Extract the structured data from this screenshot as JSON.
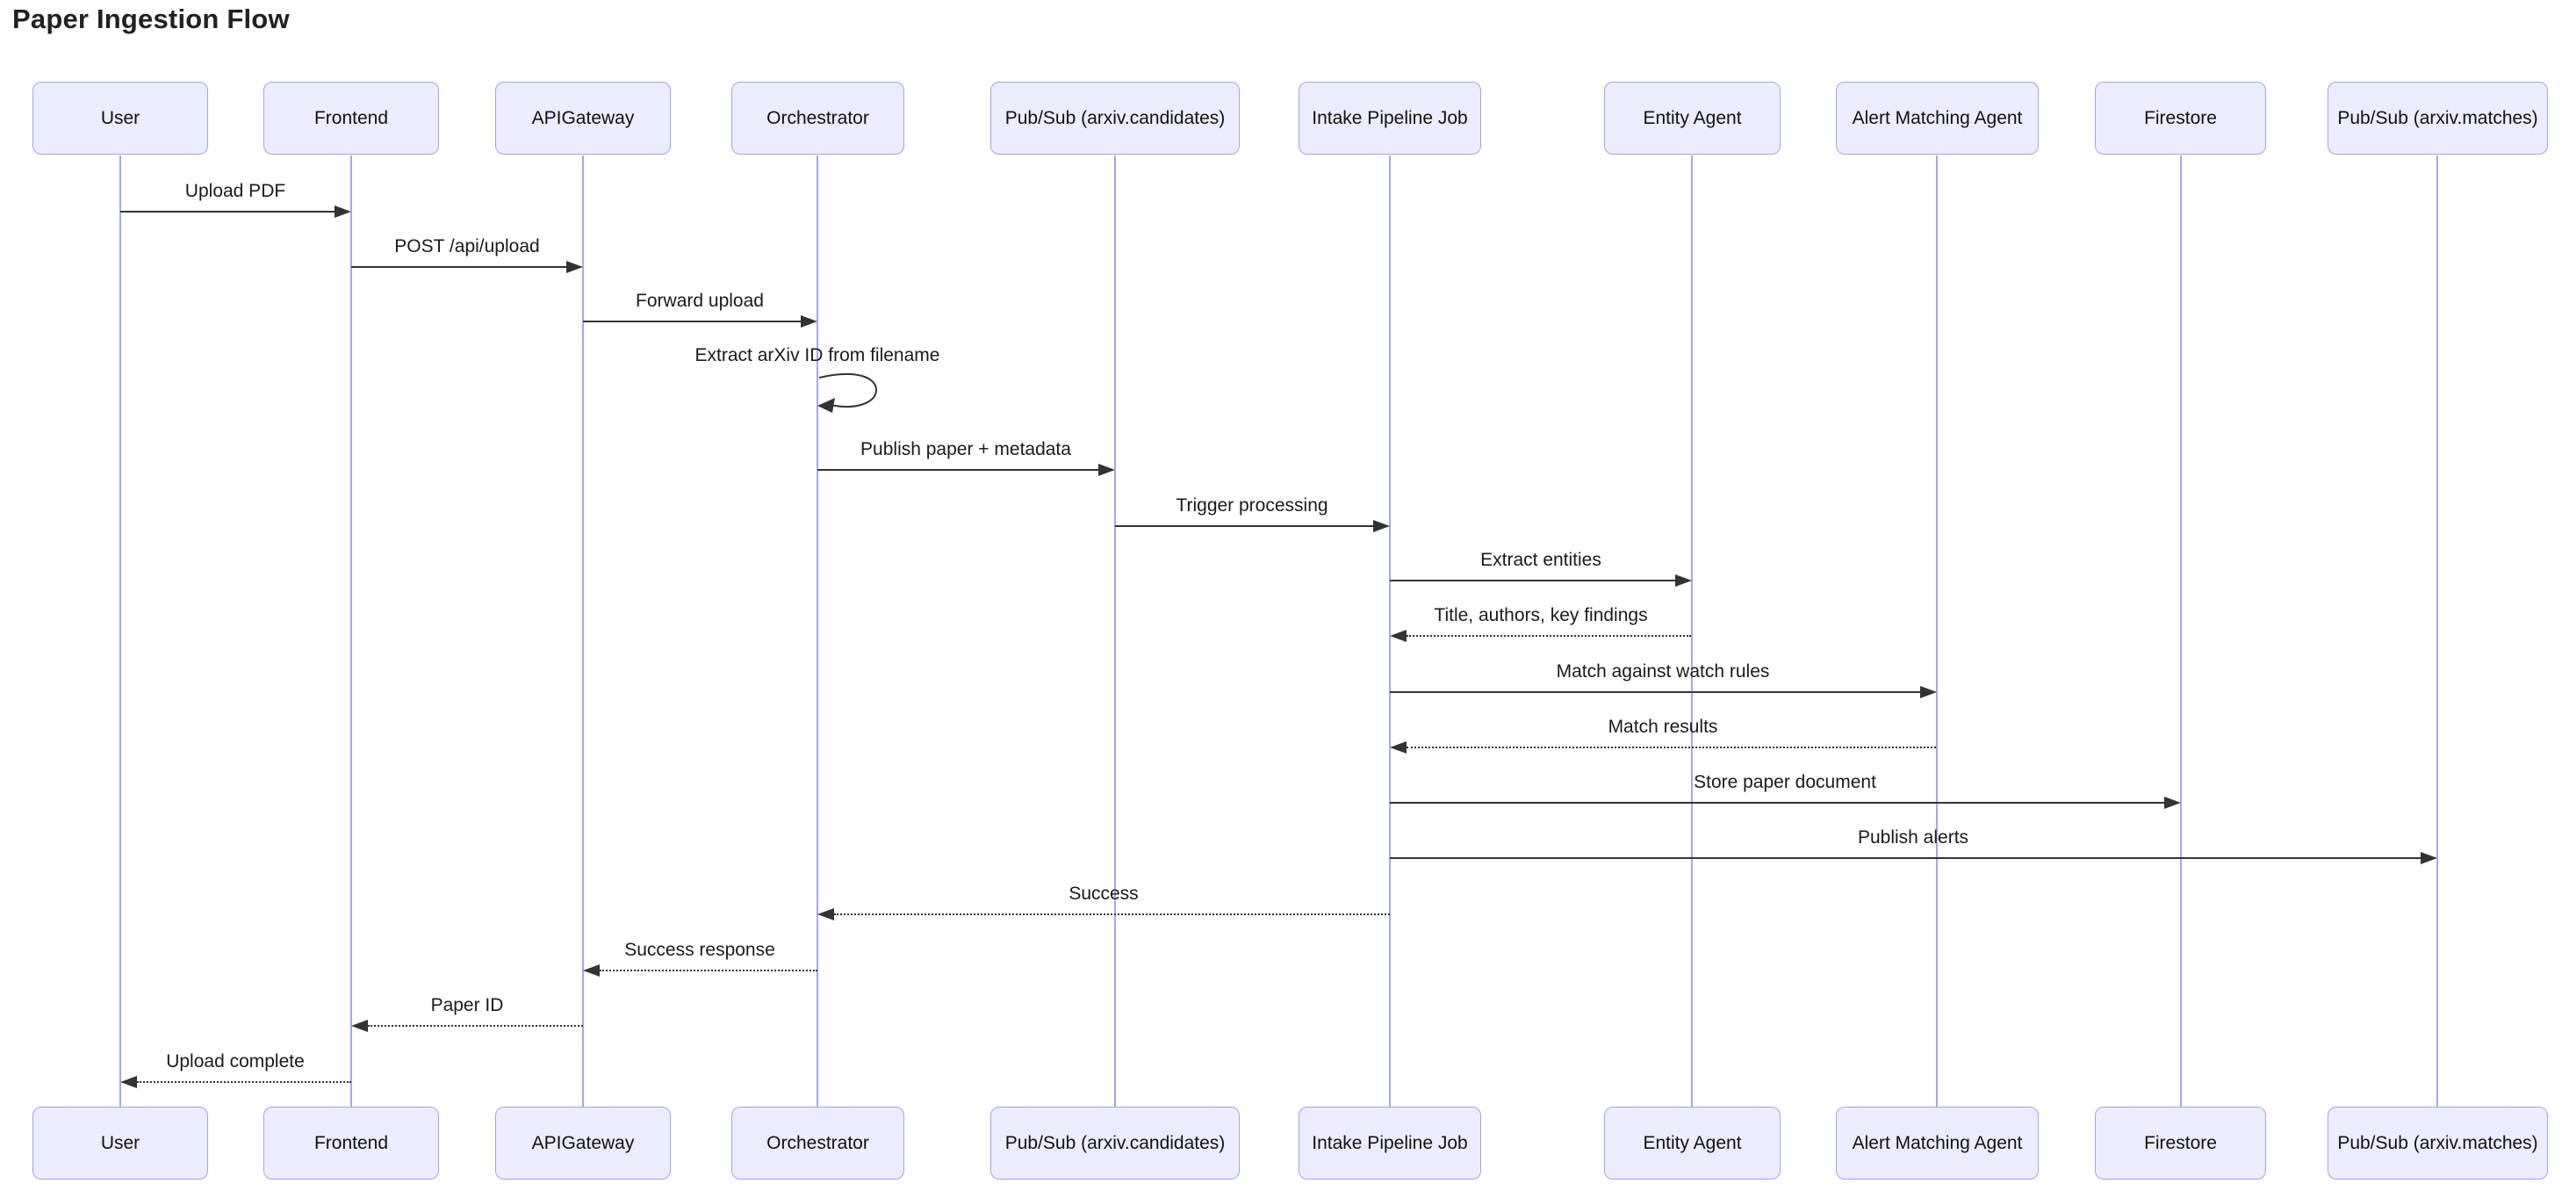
{
  "title": "Paper Ingestion Flow",
  "diagram_type": "sequence-diagram",
  "actors": [
    {
      "label": "User"
    },
    {
      "label": "Frontend"
    },
    {
      "label": "APIGateway"
    },
    {
      "label": "Orchestrator"
    },
    {
      "label": "Pub/Sub (arxiv.candidates)"
    },
    {
      "label": "Intake Pipeline Job"
    },
    {
      "label": "Entity Agent"
    },
    {
      "label": "Alert Matching Agent"
    },
    {
      "label": "Firestore"
    },
    {
      "label": "Pub/Sub (arxiv.matches)"
    }
  ],
  "messages": [
    {
      "label": "Upload PDF",
      "from": "User",
      "to": "Frontend",
      "style": "solid"
    },
    {
      "label": "POST /api/upload",
      "from": "Frontend",
      "to": "APIGateway",
      "style": "solid"
    },
    {
      "label": "Forward upload",
      "from": "APIGateway",
      "to": "Orchestrator",
      "style": "solid"
    },
    {
      "label": "Extract arXiv ID from filename",
      "from": "Orchestrator",
      "to": "Orchestrator",
      "style": "self-loop"
    },
    {
      "label": "Publish paper + metadata",
      "from": "Orchestrator",
      "to": "Pub/Sub (arxiv.candidates)",
      "style": "solid"
    },
    {
      "label": "Trigger processing",
      "from": "Pub/Sub (arxiv.candidates)",
      "to": "Intake Pipeline Job",
      "style": "solid"
    },
    {
      "label": "Extract entities",
      "from": "Intake Pipeline Job",
      "to": "Entity Agent",
      "style": "solid"
    },
    {
      "label": "Title, authors, key findings",
      "from": "Entity Agent",
      "to": "Intake Pipeline Job",
      "style": "dotted"
    },
    {
      "label": "Match against watch rules",
      "from": "Intake Pipeline Job",
      "to": "Alert Matching Agent",
      "style": "solid"
    },
    {
      "label": "Match results",
      "from": "Alert Matching Agent",
      "to": "Intake Pipeline Job",
      "style": "dotted"
    },
    {
      "label": "Store paper document",
      "from": "Intake Pipeline Job",
      "to": "Firestore",
      "style": "solid"
    },
    {
      "label": "Publish alerts",
      "from": "Intake Pipeline Job",
      "to": "Pub/Sub (arxiv.matches)",
      "style": "solid"
    },
    {
      "label": "Success",
      "from": "Intake Pipeline Job",
      "to": "Orchestrator",
      "style": "dotted"
    },
    {
      "label": "Success response",
      "from": "Orchestrator",
      "to": "APIGateway",
      "style": "dotted"
    },
    {
      "label": "Paper ID",
      "from": "APIGateway",
      "to": "Frontend",
      "style": "dotted"
    },
    {
      "label": "Upload complete",
      "from": "Frontend",
      "to": "User",
      "style": "dotted"
    }
  ],
  "colors": {
    "actor_fill": "#ECECFF",
    "actor_border": "#9FA4E8",
    "lifeline": "#A3A8EC",
    "arrow": "#333333",
    "text": "#1A1A1A",
    "background": "#FFFFFF"
  }
}
